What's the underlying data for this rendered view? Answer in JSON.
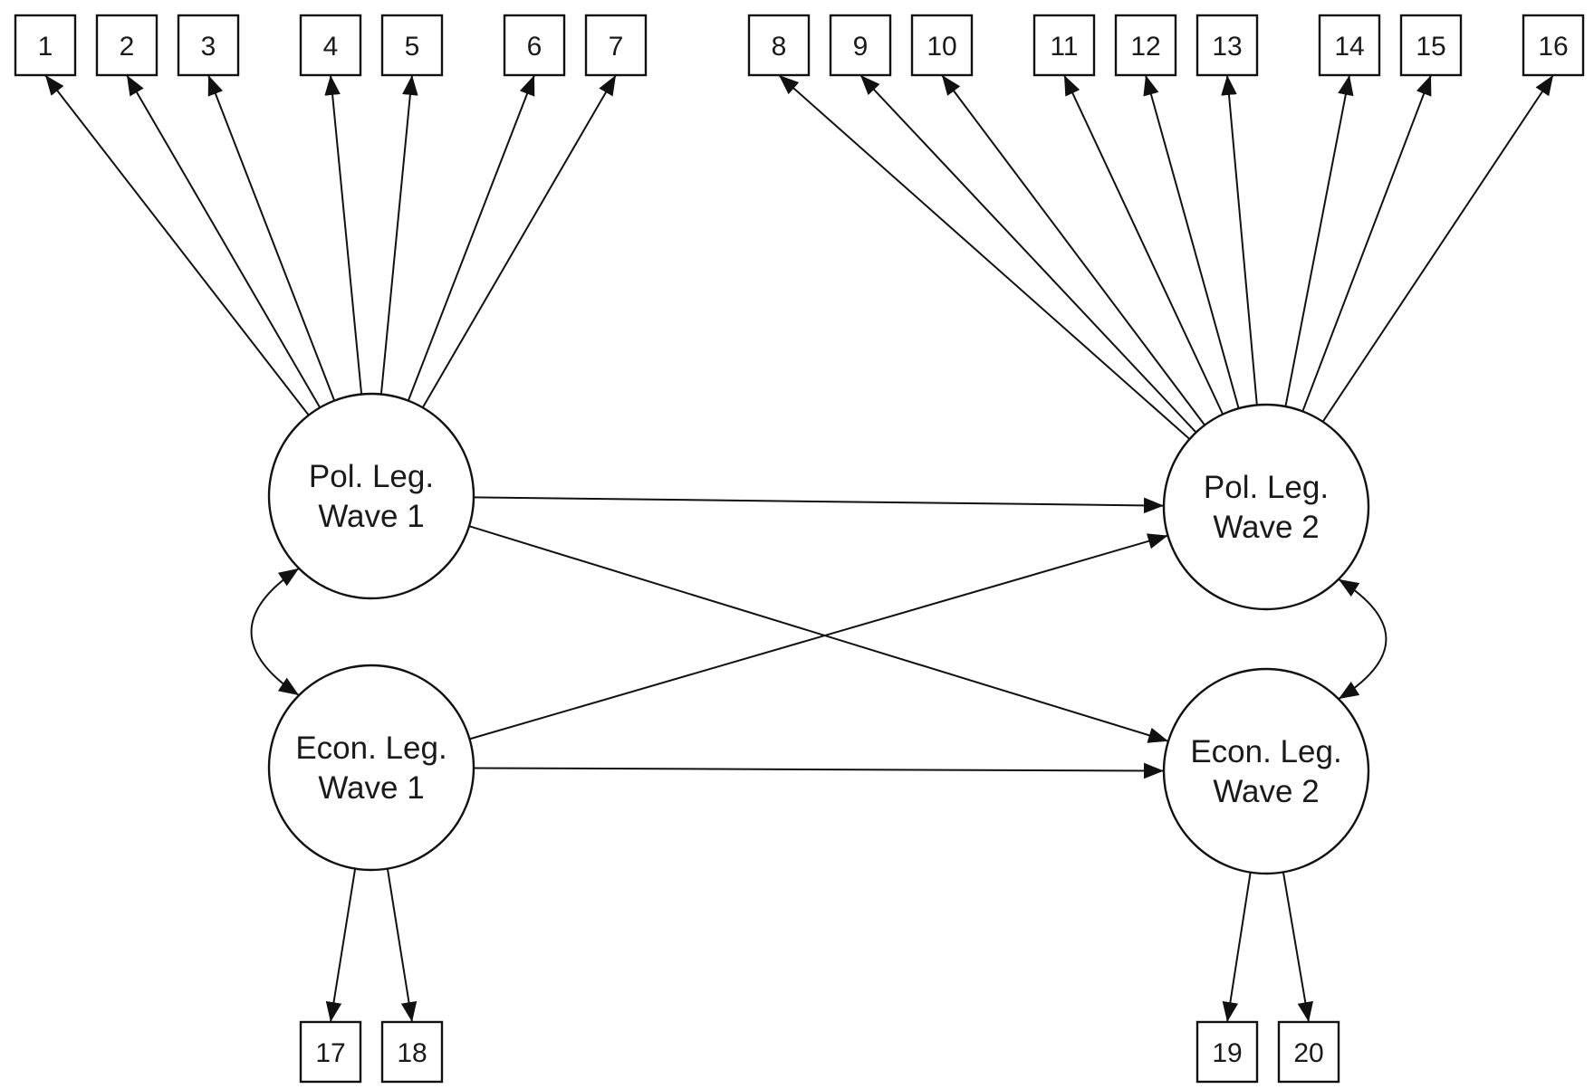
{
  "latent_variables": [
    {
      "id": "pol1",
      "label_line1": "Pol. Leg.",
      "label_line2": "Wave 1"
    },
    {
      "id": "econ1",
      "label_line1": "Econ. Leg.",
      "label_line2": "Wave 1"
    },
    {
      "id": "pol2",
      "label_line1": "Pol. Leg.",
      "label_line2": "Wave 2"
    },
    {
      "id": "econ2",
      "label_line1": "Econ. Leg.",
      "label_line2": "Wave 2"
    }
  ],
  "indicators": [
    {
      "id": "1",
      "label": "1",
      "latent": "pol1"
    },
    {
      "id": "2",
      "label": "2",
      "latent": "pol1"
    },
    {
      "id": "3",
      "label": "3",
      "latent": "pol1"
    },
    {
      "id": "4",
      "label": "4",
      "latent": "pol1"
    },
    {
      "id": "5",
      "label": "5",
      "latent": "pol1"
    },
    {
      "id": "6",
      "label": "6",
      "latent": "pol1"
    },
    {
      "id": "7",
      "label": "7",
      "latent": "pol1"
    },
    {
      "id": "8",
      "label": "8",
      "latent": "pol2"
    },
    {
      "id": "9",
      "label": "9",
      "latent": "pol2"
    },
    {
      "id": "10",
      "label": "10",
      "latent": "pol2"
    },
    {
      "id": "11",
      "label": "11",
      "latent": "pol2"
    },
    {
      "id": "12",
      "label": "12",
      "latent": "pol2"
    },
    {
      "id": "13",
      "label": "13",
      "latent": "pol2"
    },
    {
      "id": "14",
      "label": "14",
      "latent": "pol2"
    },
    {
      "id": "15",
      "label": "15",
      "latent": "pol2"
    },
    {
      "id": "16",
      "label": "16",
      "latent": "pol2"
    },
    {
      "id": "17",
      "label": "17",
      "latent": "econ1"
    },
    {
      "id": "18",
      "label": "18",
      "latent": "econ1"
    },
    {
      "id": "19",
      "label": "19",
      "latent": "econ2"
    },
    {
      "id": "20",
      "label": "20",
      "latent": "econ2"
    }
  ],
  "paths": [
    {
      "from": "pol1",
      "to": "pol2"
    },
    {
      "from": "pol1",
      "to": "econ2"
    },
    {
      "from": "econ1",
      "to": "pol2"
    },
    {
      "from": "econ1",
      "to": "econ2"
    }
  ],
  "covariances": [
    {
      "between": [
        "pol1",
        "econ1"
      ]
    },
    {
      "between": [
        "pol2",
        "econ2"
      ]
    }
  ]
}
